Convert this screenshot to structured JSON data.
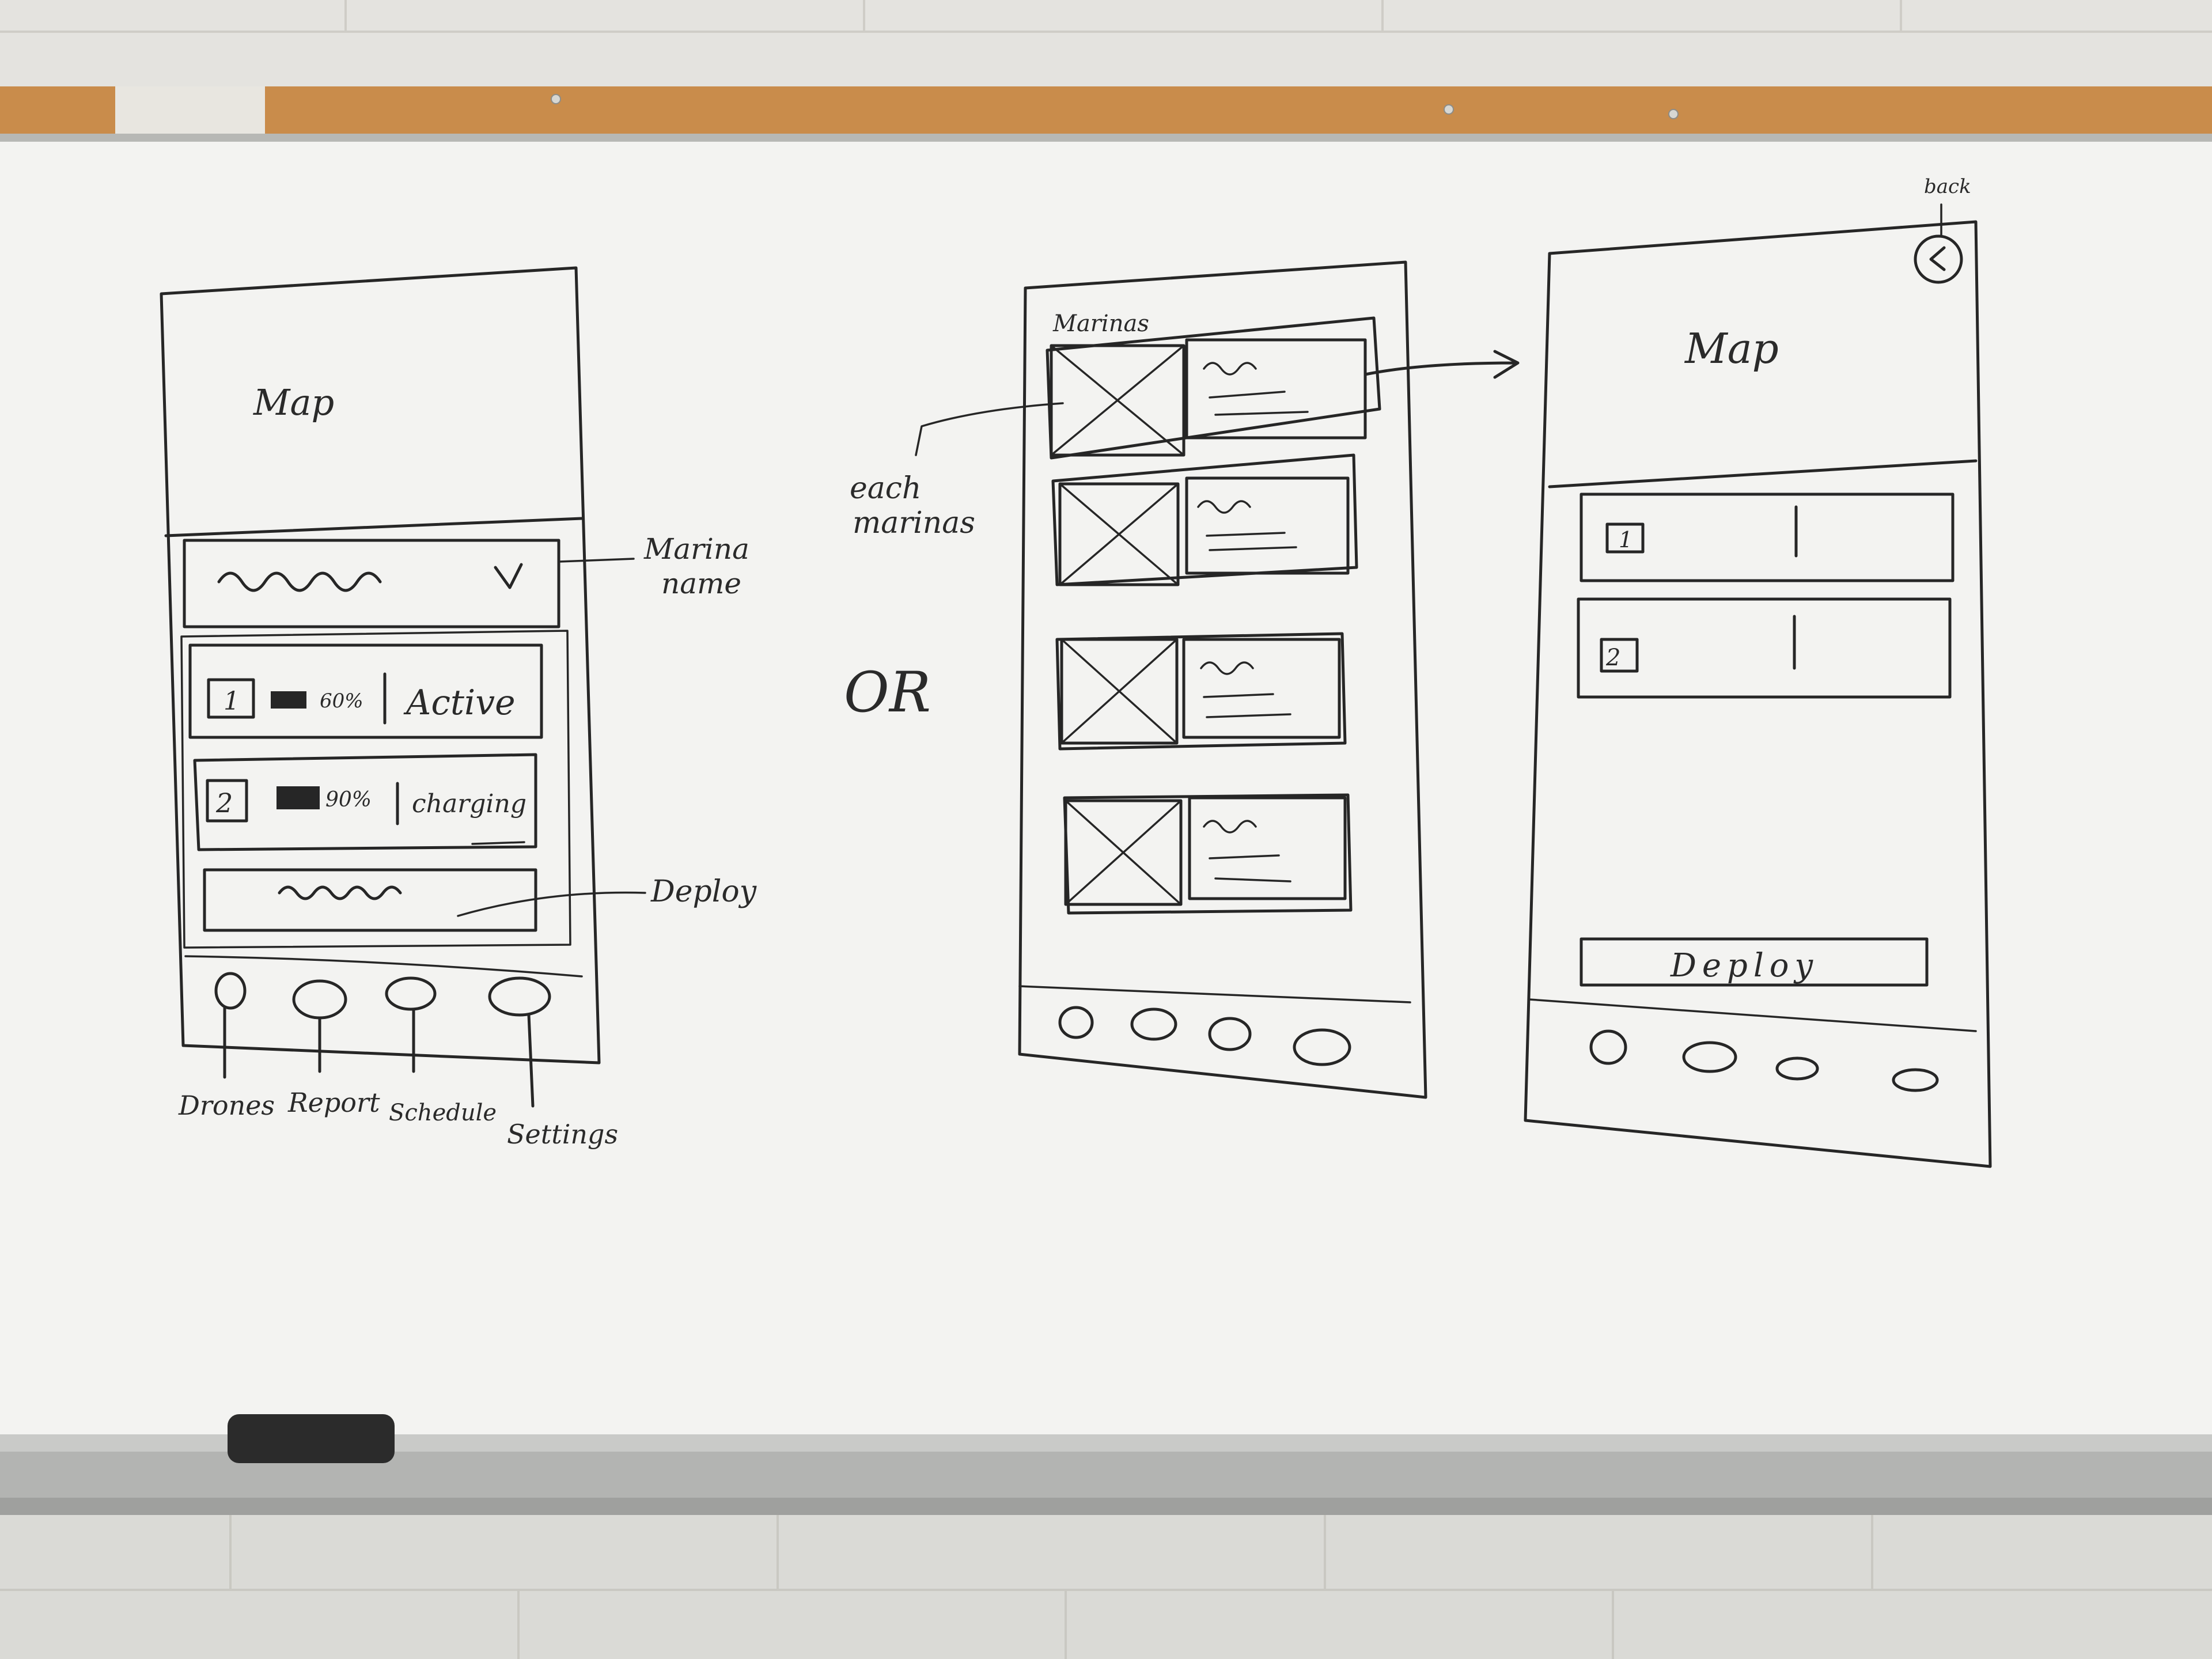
{
  "colors": {
    "wall": "#dcdcd8",
    "board": "#f3f3f1",
    "cork": "#c98c4b",
    "frame": "#c9cac8",
    "ink": "#262626",
    "eraser": "#2b2b2b"
  },
  "screen1": {
    "map_label": "Map",
    "drone1_number": "1",
    "drone1_battery": "60%",
    "drone1_status": "Active",
    "drone2_number": "2",
    "drone2_battery": "90%",
    "drone2_status": "charging",
    "annotation_marina": [
      "Marina",
      "name"
    ],
    "annotation_deploy": "Deploy",
    "nav_labels": [
      "Drones",
      "Report",
      "Schedule",
      "Settings"
    ]
  },
  "or_label": "OR",
  "screen2": {
    "header_label": "Marinas",
    "annotation_each": [
      "each",
      "marinas"
    ]
  },
  "screen3": {
    "back_label": "back",
    "map_label": "Map",
    "drone1_number": "1",
    "drone2_number": "2",
    "deploy_label": "Deploy"
  },
  "icons": [
    "checkbox-x-image-placeholder",
    "circle-nav-icon",
    "back-chevron-icon",
    "arrow-icon",
    "battery-icon"
  ]
}
